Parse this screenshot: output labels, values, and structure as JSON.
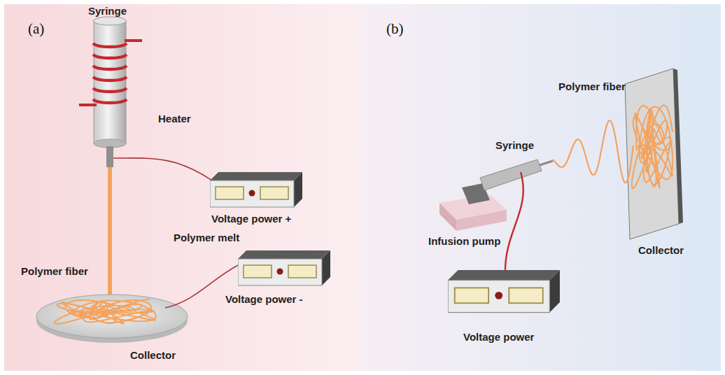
{
  "diagram": {
    "labels": [
      "(a)",
      "Syringe",
      "Heater",
      "Voltage power +",
      "Polymer melt",
      "Polymer fiber",
      "Voltage power -",
      "Collector",
      "(b)",
      "Polymer fiber",
      "Syringe",
      "Infusion pump",
      "Collector",
      "Voltage power"
    ]
  }
}
